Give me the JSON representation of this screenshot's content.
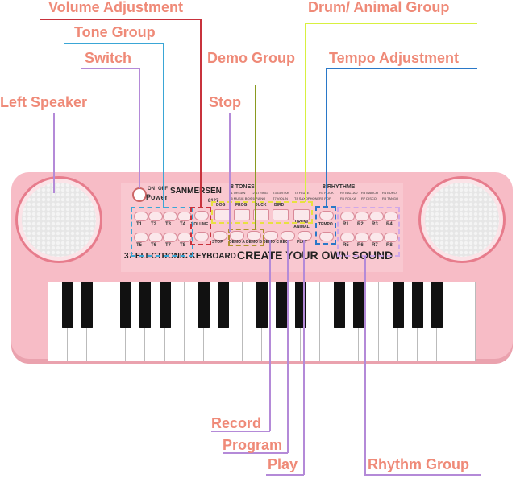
{
  "labels": {
    "volume": "Volume Adjustment",
    "tone": "Tone Group",
    "switch": "Switch",
    "left_speaker": "Left Speaker",
    "demo": "Demo Group",
    "stop": "Stop",
    "drum_animal": "Drum/ Animal Group",
    "tempo": "Tempo Adjustment",
    "record": "Record",
    "program": "Program",
    "play": "Play",
    "rhythm": "Rhythm Group"
  },
  "keyboard": {
    "brand": "SANMERSEN",
    "model": "8127",
    "power": "Power",
    "power_on": "ON",
    "power_off": "OFF",
    "tones_header": "8 TONES",
    "rhythms_header": "8 RHYTHMS",
    "tones_list": [
      "T1 ORGAN",
      "T2 STRING",
      "T3 GUITAR",
      "T4 FLUTE",
      "T5 MUSIC BOX",
      "T6 PIANO",
      "T7 VIOLIN",
      "T8 SAXOPHONE"
    ],
    "rhythms_list": [
      "R1 ROCK",
      "R2 BALLAD",
      "R3 MARCH",
      "R4 EURO",
      "R5 POP",
      "R6 POLKA",
      "R7 DISCO",
      "R8 TANGO"
    ],
    "tone_buttons": [
      "T1",
      "T2",
      "T3",
      "T4",
      "T5",
      "T6",
      "T7",
      "T8"
    ],
    "rhythm_buttons": [
      "R1",
      "R2",
      "R3",
      "R4",
      "R5",
      "R6",
      "R7",
      "R8"
    ],
    "volume_label": "VOLUME",
    "tempo_label": "TEMPO",
    "animals": [
      "DOG",
      "FROG",
      "DUCK",
      "BIRD"
    ],
    "drum_animal": "DRUM/ ANIMAL",
    "bottom_buttons": [
      "STOP",
      "DEMO A",
      "DEMO B",
      "DEMO C",
      "REC",
      "PLAY"
    ],
    "model_text": "37 ELECTRONIC KEYBOARD",
    "slogan": "CREATE YOUR OWN SOUND",
    "key_count": 37
  },
  "colors": {
    "label_text": "#ef8a78",
    "volume_line": "#c8323c",
    "tone_line": "#3aa6d6",
    "switch_line": "#b48ad8",
    "demo_line": "#8a9a20",
    "drum_line": "#d8f040",
    "tempo_line": "#2a78c8",
    "body": "#f7bcc6"
  }
}
